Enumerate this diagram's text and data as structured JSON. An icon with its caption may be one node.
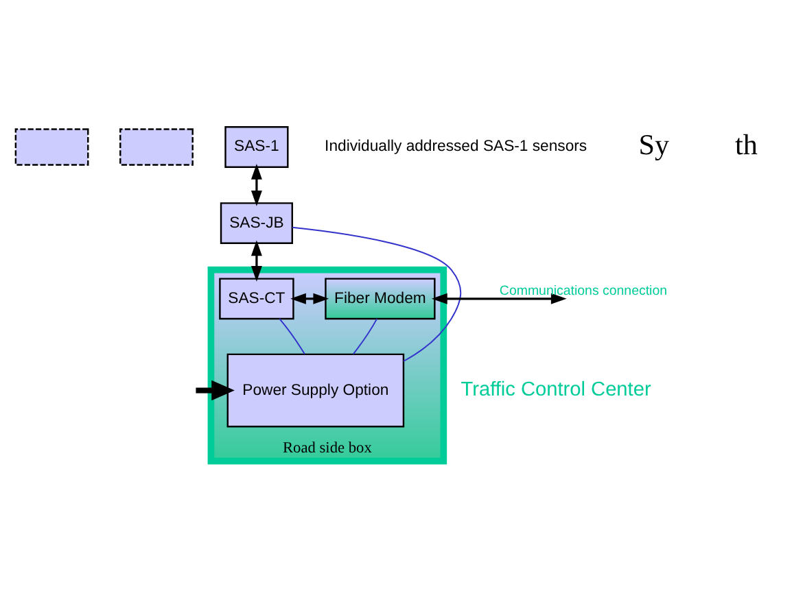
{
  "diagram": {
    "nodes": [
      {
        "text": [],
        "shape": "box"
      },
      {
        "text": [],
        "shape": "box"
      },
      {
        "text": [
          "SAS-1"
        ]
      },
      {
        "text": [
          "SAS-JB"
        ]
      },
      {
        "text": [
          "Road side box"
        ]
      },
      {
        "text": [
          "SAS-CT"
        ],
        "in": 4
      },
      {
        "text": [
          "Fiber Modem"
        ],
        "in": 4
      },
      {
        "text": [
          "Power Supply Option"
        ],
        "in": 4
      },
      {
        "text": [
          "Traffic Control Center"
        ]
      }
    ],
    "edges": [
      {
        "from": 2,
        "to": 3,
        "arrow": "both"
      },
      {
        "from": 3,
        "to": 5,
        "arrow": "both"
      },
      {
        "from": 5,
        "to": 6,
        "arrow": "both"
      },
      {
        "from": 6,
        "to": null,
        "arrow": "both",
        "label": "Communications connection"
      },
      {
        "from": null,
        "to": 7,
        "arrow": "to",
        "style": "thick"
      },
      {
        "from": 3,
        "to": 7,
        "arrow": "none",
        "color": "#3333cc"
      },
      {
        "from": 5,
        "to": 7,
        "arrow": "none",
        "color": "#3333cc"
      },
      {
        "from": 6,
        "to": 7,
        "arrow": "none",
        "color": "#3333cc"
      }
    ],
    "labels": [
      "Individually addressed SAS-1 sensors",
      "Sy",
      "th"
    ]
  }
}
